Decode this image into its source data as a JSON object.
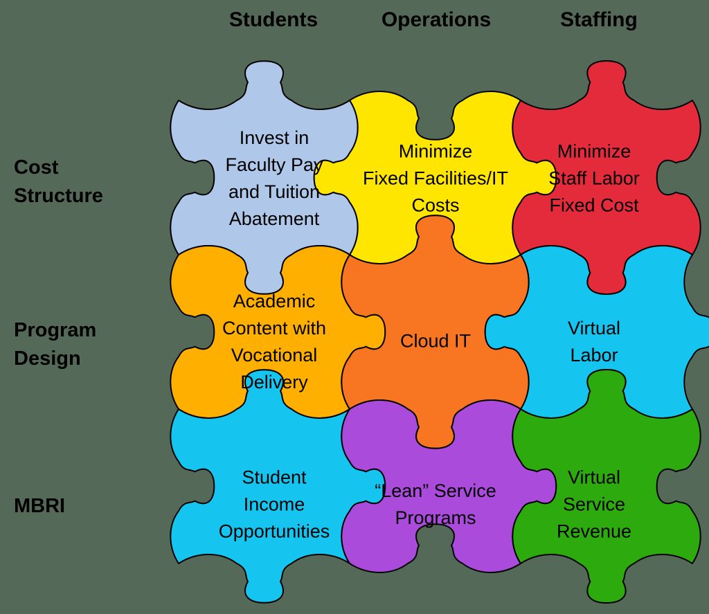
{
  "background_color": "#556958",
  "outline_color": "#000000",
  "text_color": "#000000",
  "columns": [
    {
      "label": "Students"
    },
    {
      "label": "Operations"
    },
    {
      "label": "Staffing"
    }
  ],
  "rows": [
    {
      "label": "Cost\nStructure"
    },
    {
      "label": "Program\nDesign"
    },
    {
      "label": "MBRI"
    }
  ],
  "pieces": [
    {
      "row": "Cost Structure",
      "column": "Students",
      "label": "Invest in\nFaculty Pay\nand Tuition\nAbatement",
      "color": "#AFC7E8"
    },
    {
      "row": "Cost Structure",
      "column": "Operations",
      "label": "Minimize\nFixed Facilities/IT\nCosts",
      "color": "#FFE600"
    },
    {
      "row": "Cost Structure",
      "column": "Staffing",
      "label": "Minimize\nStaff Labor\nFixed Cost",
      "color": "#E42B3C"
    },
    {
      "row": "Program Design",
      "column": "Students",
      "label": "Academic\nContent with\nVocational\nDelivery",
      "color": "#FFAF00"
    },
    {
      "row": "Program Design",
      "column": "Operations",
      "label": "Cloud IT",
      "color": "#F87521"
    },
    {
      "row": "Program Design",
      "column": "Staffing",
      "label": "Virtual\nLabor",
      "color": "#16C5EF"
    },
    {
      "row": "MBRI",
      "column": "Students",
      "label": "Student\nIncome\nOpportunities",
      "color": "#16C5EF"
    },
    {
      "row": "MBRI",
      "column": "Operations",
      "label": "“Lean” Service\nPrograms",
      "color": "#AB4BDC"
    },
    {
      "row": "MBRI",
      "column": "Staffing",
      "label": "Virtual\nService\nRevenue",
      "color": "#2CAA0E"
    }
  ]
}
